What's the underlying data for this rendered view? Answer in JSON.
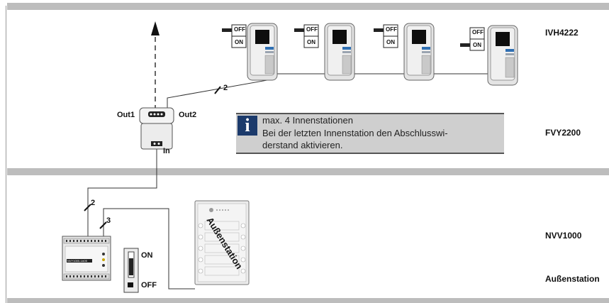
{
  "sections": {
    "top_label": "IVH4222",
    "middle_label": "FVY2200",
    "lower_label": "NVV1000",
    "bottom_label": "Außenstation"
  },
  "distributor": {
    "out1": "Out1",
    "out2": "Out2",
    "in": "In"
  },
  "wires": {
    "cable_top": "2",
    "cable_left": "2",
    "cable_right": "3"
  },
  "indoor_switches": [
    {
      "off": "OFF",
      "on": "ON"
    },
    {
      "off": "OFF",
      "on": "ON"
    },
    {
      "off": "OFF",
      "on": "ON"
    },
    {
      "off": "OFF",
      "on": "ON"
    }
  ],
  "info": {
    "line1": "max. 4 Innenstationen",
    "line2": "Bei der letzten Innenstation den Abschlusswi-",
    "line3": "derstand aktivieren."
  },
  "power_supply": {
    "model_text": "NVY1000-1A05"
  },
  "terminator_switch": {
    "on": "ON",
    "off": "OFF"
  },
  "outdoor_station": {
    "label": "Außenstation"
  }
}
